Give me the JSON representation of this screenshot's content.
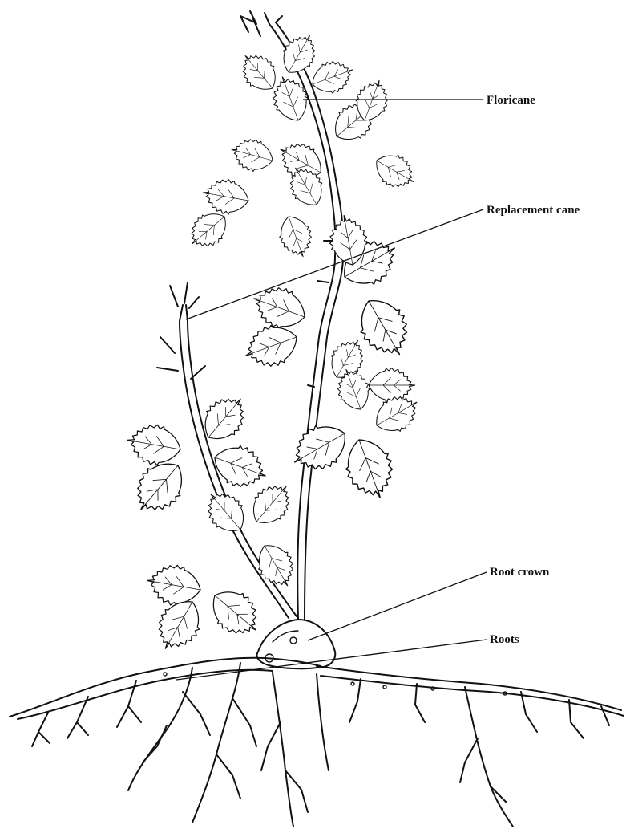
{
  "labels": {
    "floricane": "Floricane",
    "replacement_cane": "Replacement cane",
    "root_crown": "Root crown",
    "roots": "Roots"
  }
}
